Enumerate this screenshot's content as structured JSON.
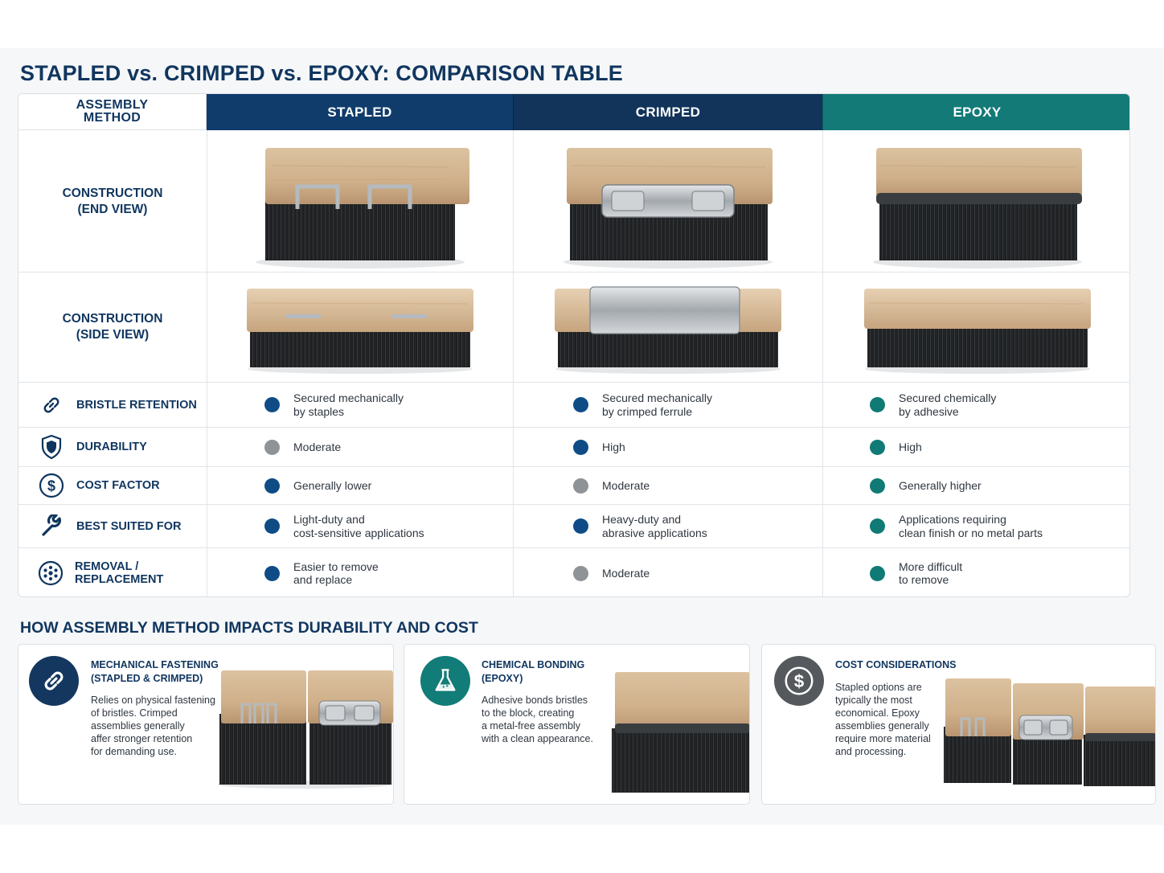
{
  "title": "STAPLED vs. CRIMPED vs. EPOXY: COMPARISON TABLE",
  "table": {
    "corner_label": "ASSEMBLY\nMETHOD",
    "columns": [
      "STAPLED",
      "CRIMPED",
      "EPOXY"
    ],
    "construction_rows": [
      {
        "label": "CONSTRUCTION\n(END VIEW)"
      },
      {
        "label": "CONSTRUCTION\n(SIDE VIEW)"
      }
    ],
    "attribute_rows": [
      {
        "label": "BRISTLE RETENTION",
        "icon": "chain-link-icon",
        "cells": [
          {
            "status": "blue",
            "text": "Secured mechanically\nby staples"
          },
          {
            "status": "blue",
            "text": "Secured mechanically\nby crimped ferrule"
          },
          {
            "status": "teal",
            "text": "Secured chemically\nby adhesive"
          }
        ]
      },
      {
        "label": "DURABILITY",
        "icon": "shield-icon",
        "cells": [
          {
            "status": "gray",
            "text": "Moderate"
          },
          {
            "status": "blue",
            "text": "High"
          },
          {
            "status": "teal",
            "text": "High"
          }
        ]
      },
      {
        "label": "COST FACTOR",
        "icon": "dollar-circle-icon",
        "cells": [
          {
            "status": "blue",
            "text": "Generally lower"
          },
          {
            "status": "gray",
            "text": "Moderate"
          },
          {
            "status": "teal",
            "text": "Generally higher"
          }
        ]
      },
      {
        "label": "BEST SUITED FOR",
        "icon": "wrench-icon",
        "cells": [
          {
            "status": "blue",
            "text": "Light-duty and\ncost-sensitive applications"
          },
          {
            "status": "blue",
            "text": "Heavy-duty and\nabrasive applications"
          },
          {
            "status": "teal",
            "text": "Applications requiring\nclean finish or no metal parts"
          }
        ]
      },
      {
        "label": "REMOVAL / REPLACEMENT",
        "icon": "dots-circle-icon",
        "cells": [
          {
            "status": "blue",
            "text": "Easier to remove\nand replace"
          },
          {
            "status": "gray",
            "text": "Moderate"
          },
          {
            "status": "teal",
            "text": "More difficult\nto remove"
          }
        ]
      }
    ]
  },
  "section2": {
    "title": "HOW ASSEMBLY METHOD IMPACTS DURABILITY AND COST",
    "cards": [
      {
        "icon": "chain-link-icon",
        "title": "MECHANICAL FASTENING\n(STAPLED & CRIMPED)",
        "body": "Relies on physical fastening\nof bristles. Crimped\nassemblies generally\naffer stronger retention\nfor demanding use."
      },
      {
        "icon": "flask-icon",
        "title": "CHEMICAL BONDING\n(EPOXY)",
        "body": "Adhesive bonds bristles\nto the block, creating\na metal-free assembly\nwith a clean appearance."
      },
      {
        "icon": "dollar-circle-icon",
        "title": "COST CONSIDERATIONS",
        "body": "Stapled options are\ntypically the most\neconomical. Epoxy\nassemblies generally\nrequire more material\nand processing."
      }
    ]
  },
  "colors": {
    "navy": "#10365f",
    "stapled": "#0f3c6b",
    "crimped": "#12345a",
    "epoxy": "#137a78",
    "dot_blue": "#0f4c86",
    "dot_gray": "#8f9296",
    "dot_teal": "#0f7a76"
  }
}
